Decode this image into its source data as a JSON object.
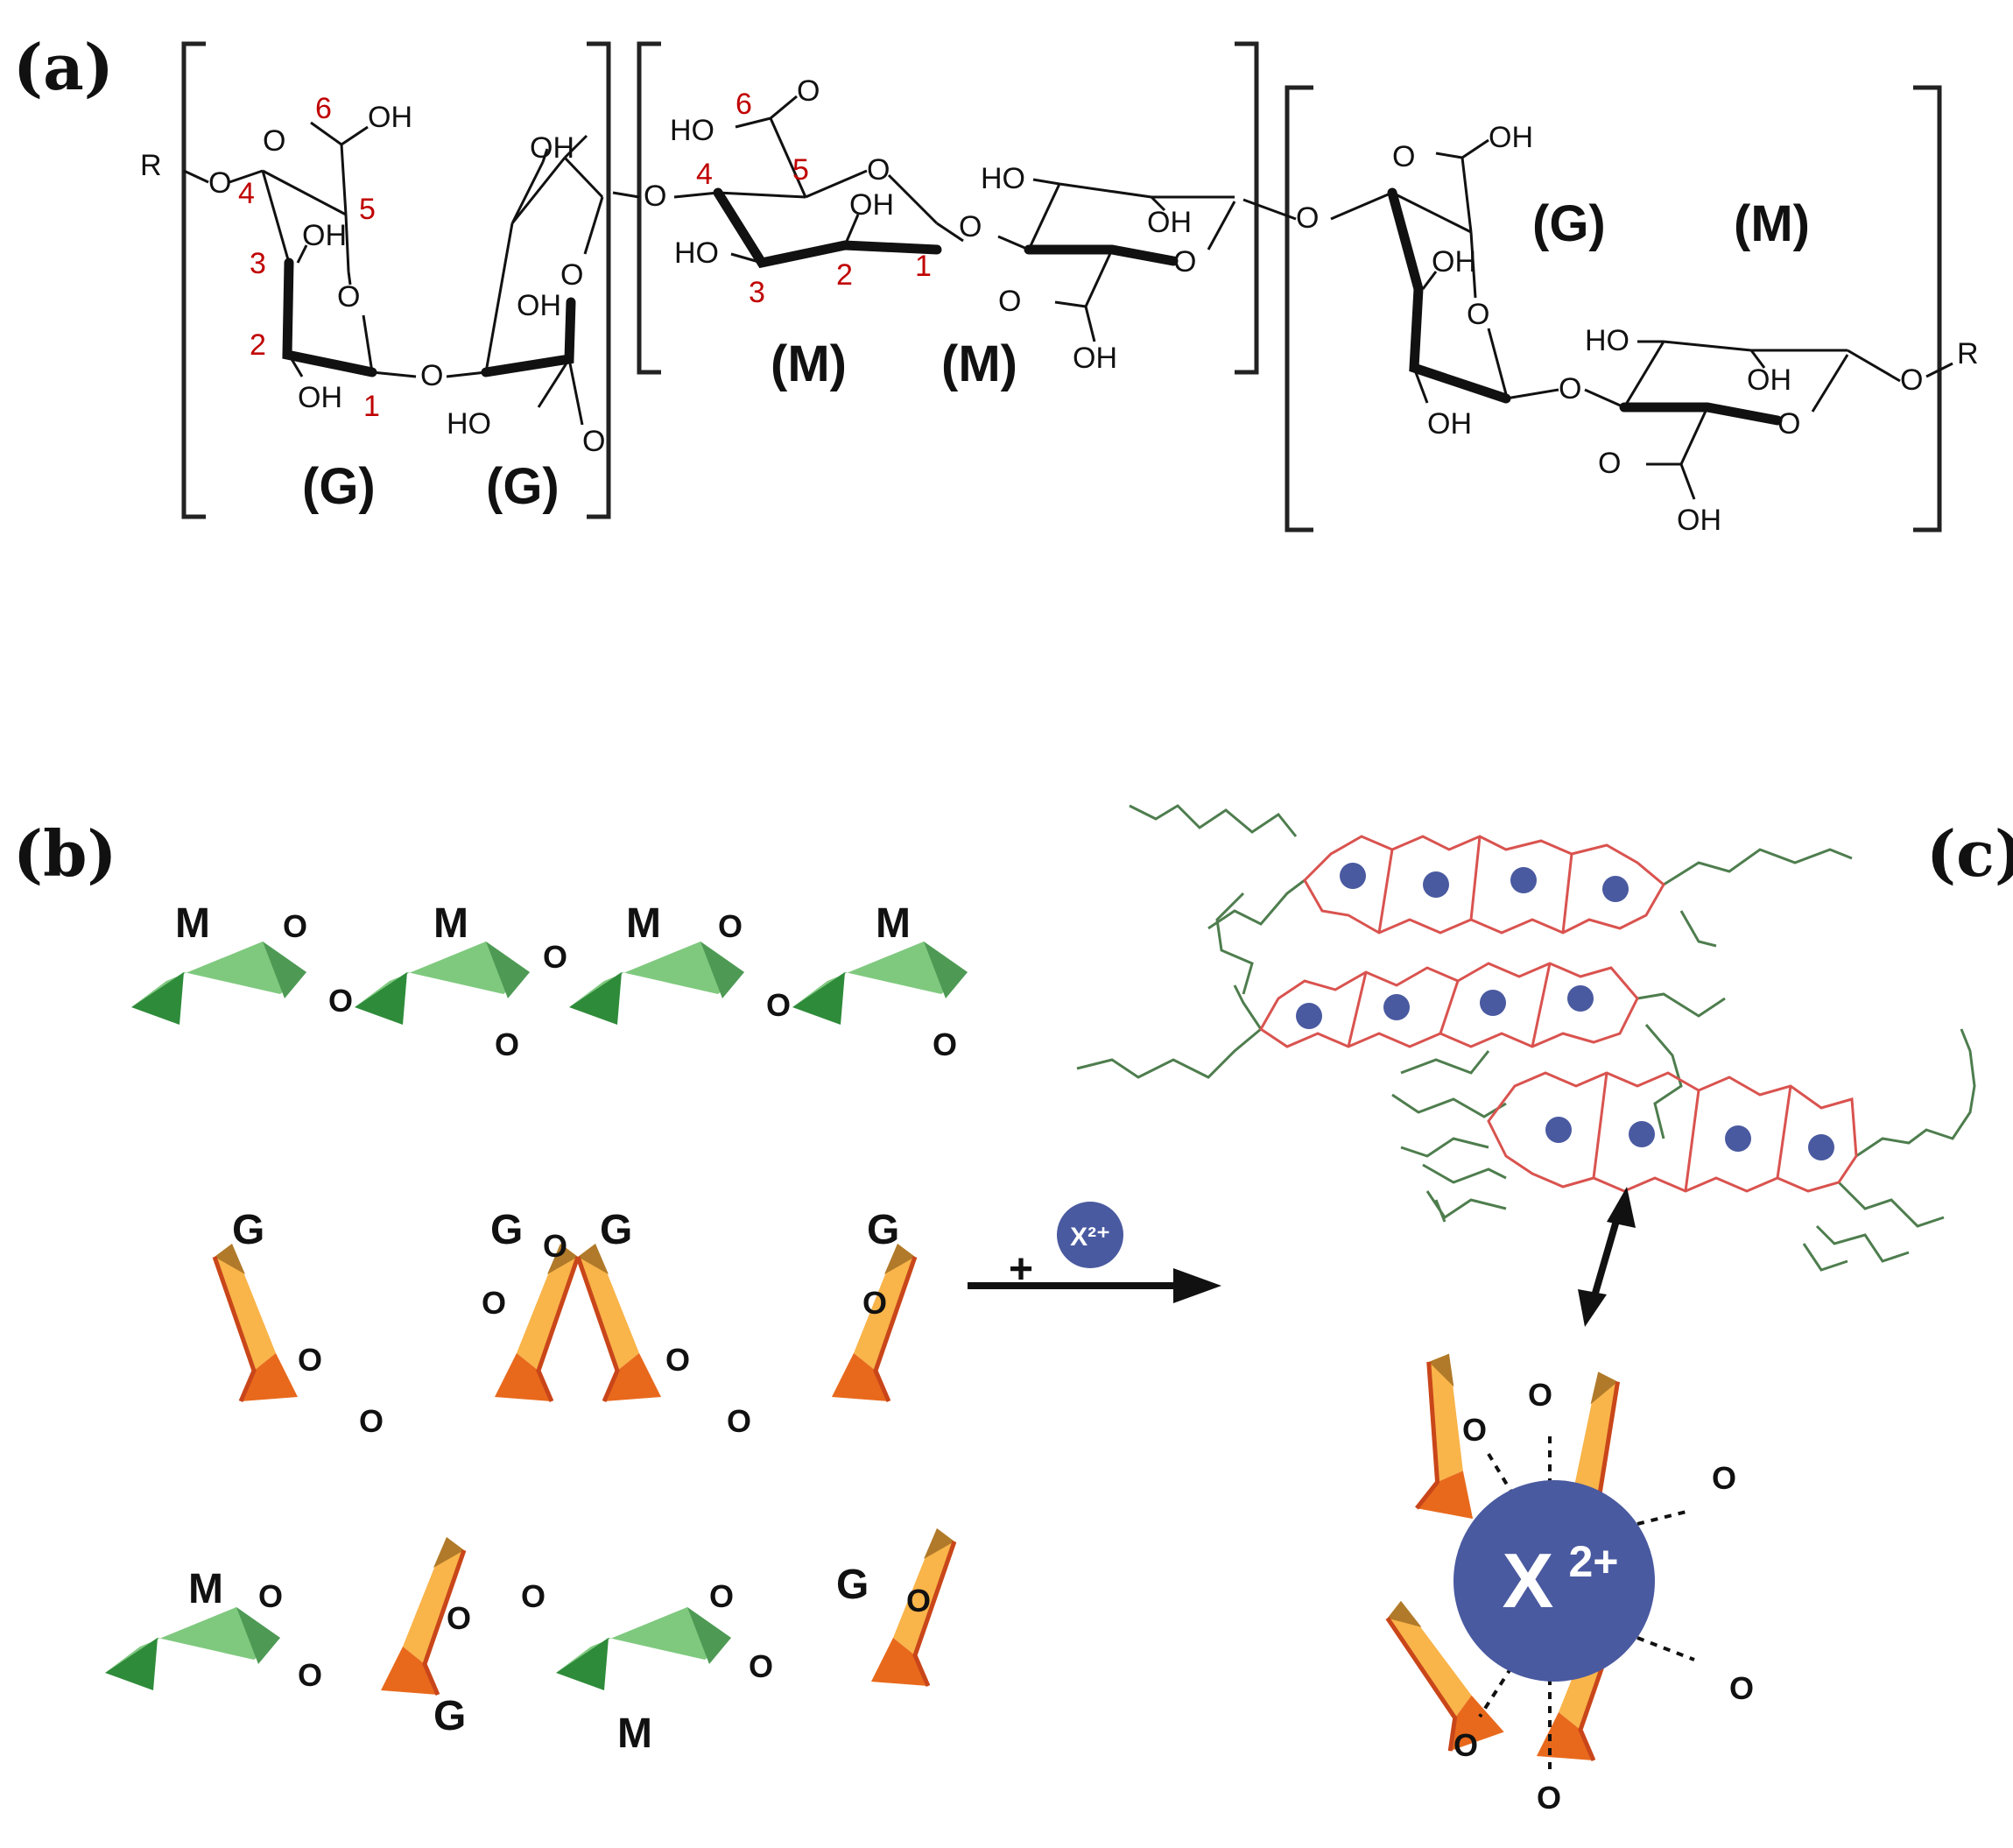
{
  "panels": {
    "a": "(a)",
    "b": "(b)",
    "c": "(c)"
  },
  "panel_a": {
    "atom_labels": {
      "R": "R",
      "O": "O",
      "OH": "OH",
      "HO": "HO"
    },
    "carbon_numbers": [
      "1",
      "2",
      "3",
      "4",
      "5",
      "6"
    ],
    "residues": [
      "(G)",
      "(G)",
      "(M)",
      "(M)",
      "(G)",
      "(M)"
    ]
  },
  "panel_b": {
    "rows": [
      {
        "residues": [
          "M",
          "M",
          "M",
          "M"
        ]
      },
      {
        "residues": [
          "G",
          "G",
          "G",
          "G"
        ]
      },
      {
        "residues": [
          "M",
          "G",
          "M",
          "G"
        ]
      }
    ],
    "oxygen": "O",
    "plus": "+",
    "ion": "X²⁺"
  },
  "panel_c": {
    "ion": "X",
    "ion_charge": "2+",
    "oxygen": "O"
  },
  "colors": {
    "m_light": "#7fc97f",
    "m_dark": "#2e8b3a",
    "g_light": "#f9b44a",
    "g_dark": "#e8691c",
    "g_brown": "#b07a2a",
    "ion": "#4a5aa0",
    "chain_red": "#d9534f",
    "chain_green": "#4e7d4e",
    "carbon_number": "#c00000"
  }
}
